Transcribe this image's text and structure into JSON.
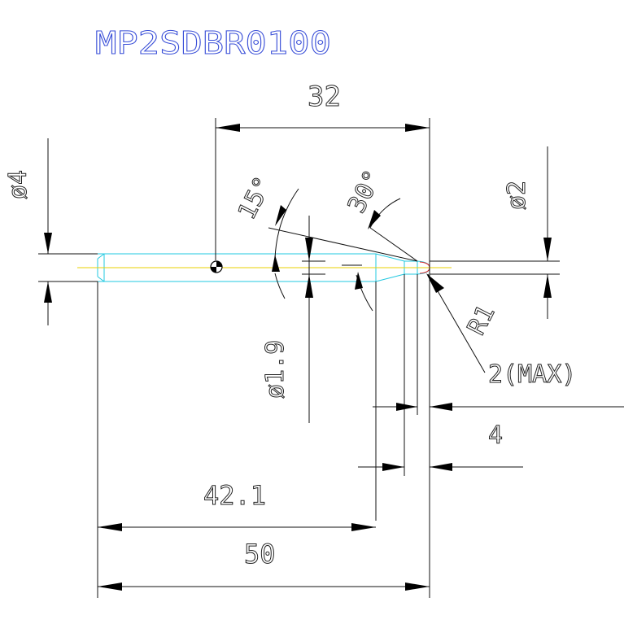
{
  "drawing": {
    "title": "MP2SDBR0100",
    "dimensions": {
      "length_32": "32",
      "diameter_4": "ø4",
      "angle_15": "15°",
      "angle_30": "30°",
      "diameter_2": "ø2",
      "radius_1": "R1",
      "diameter_1_9": "ø1.9",
      "max_2": "2(MAX)",
      "length_4": "4",
      "length_42_1": "42.1",
      "length_50": "50"
    },
    "colors": {
      "title": "#3a4fd8",
      "outline": "#22c8e0",
      "centerline": "#e8d000",
      "dimension": "#111111"
    }
  }
}
